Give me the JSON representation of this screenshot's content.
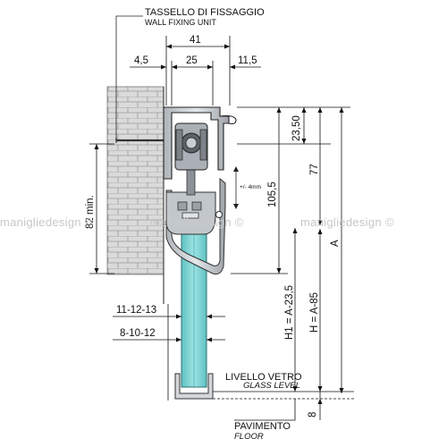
{
  "labels": {
    "wall_unit_it": "TASSELLO DI FISSAGGIO",
    "wall_unit_en": "WALL FIXING UNIT",
    "glass_level_it": "LIVELLO VETRO",
    "glass_level_en": "GLASS LEVEL",
    "floor_it": "PAVIMENTO",
    "floor_en": "FLOOR",
    "adjust": "+/- 4mm",
    "watermark": "manigliedesign ©"
  },
  "dimensions": {
    "total_width": "41",
    "offset_left": "4,5",
    "rail_width": "25",
    "offset_right": "11,5",
    "top_profile": "23,50",
    "height_77": "77",
    "height_105": "105,5",
    "min_82": "82 min.",
    "glass_thick_a": "11-12-13",
    "glass_thick_b": "8-10-12",
    "h1": "H1 = A-23,5",
    "h": "H = A-85",
    "a": "A",
    "floor_gap": "8"
  },
  "colors": {
    "glass": "#7ed3d3",
    "aluminium": "#c9ced4",
    "brick": "#d9d9d9",
    "lines": "#111111",
    "watermark": "#c8c8c8"
  }
}
